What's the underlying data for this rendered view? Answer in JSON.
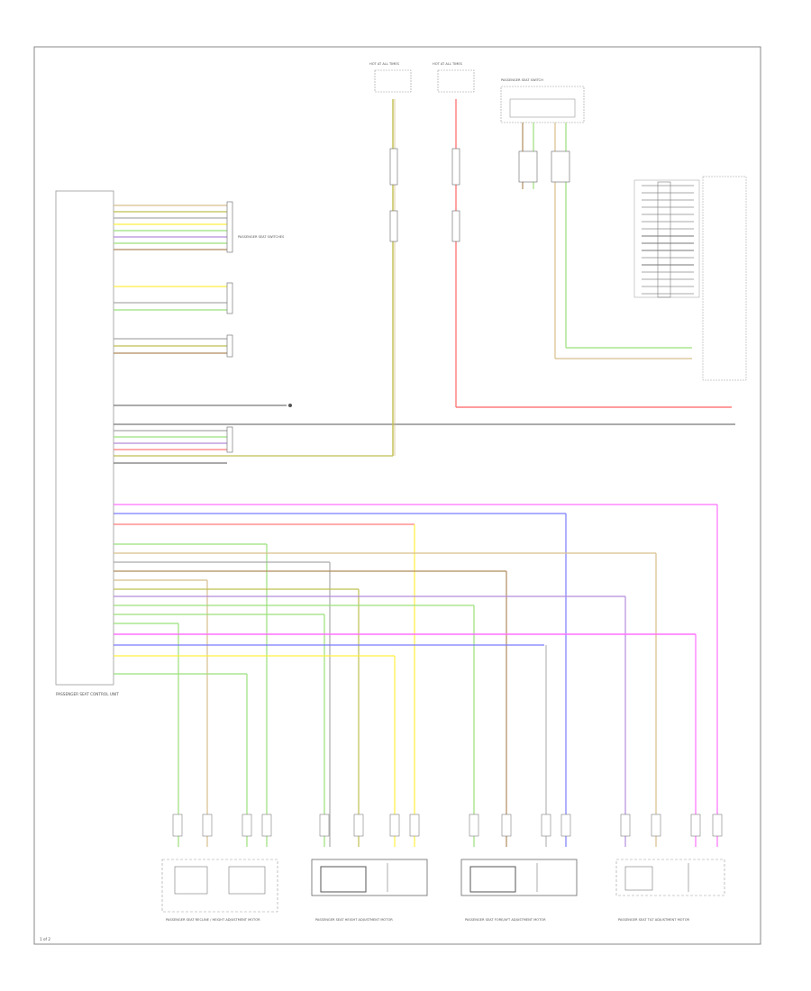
{
  "diagram": {
    "module_name": "PASSENGER SEAT CONTROL UNIT",
    "components": [
      {
        "id": "recline",
        "label": "PASSENGER SEAT RECLINE / HEIGHT ADJUSTMENT MOTOR"
      },
      {
        "id": "height",
        "label": "PASSENGER SEAT HEIGHT ADJUSTMENT MOTOR"
      },
      {
        "id": "foreaft",
        "label": "PASSENGER SEAT FORE/AFT ADJUSTMENT MOTOR"
      },
      {
        "id": "tilt",
        "label": "PASSENGER SEAT TILT ADJUSTMENT MOTOR"
      }
    ],
    "top_labels": [
      "HOT AT ALL TIMES",
      "HOT AT ALL TIMES",
      "PASSENGER SEAT SWITCH"
    ],
    "switch_label": "PASSENGER SEAT SWITCHES",
    "page_ref": "1 of 2"
  },
  "colors": {
    "background": "#ffffff",
    "frame": "#888888",
    "connector": "#666666",
    "wire_yellow": "#ffef40",
    "wire_green": "#9be07a",
    "wire_red": "#ff7a7a",
    "wire_blue": "#7a7aff",
    "wire_pink": "#ff70ff",
    "wire_tan": "#d8bf8c",
    "wire_brown": "#b08b5c",
    "wire_violet": "#b38cdc",
    "wire_gray": "#aaaaaa",
    "wire_olive": "#bfbf50",
    "wire_black": "#777777"
  }
}
